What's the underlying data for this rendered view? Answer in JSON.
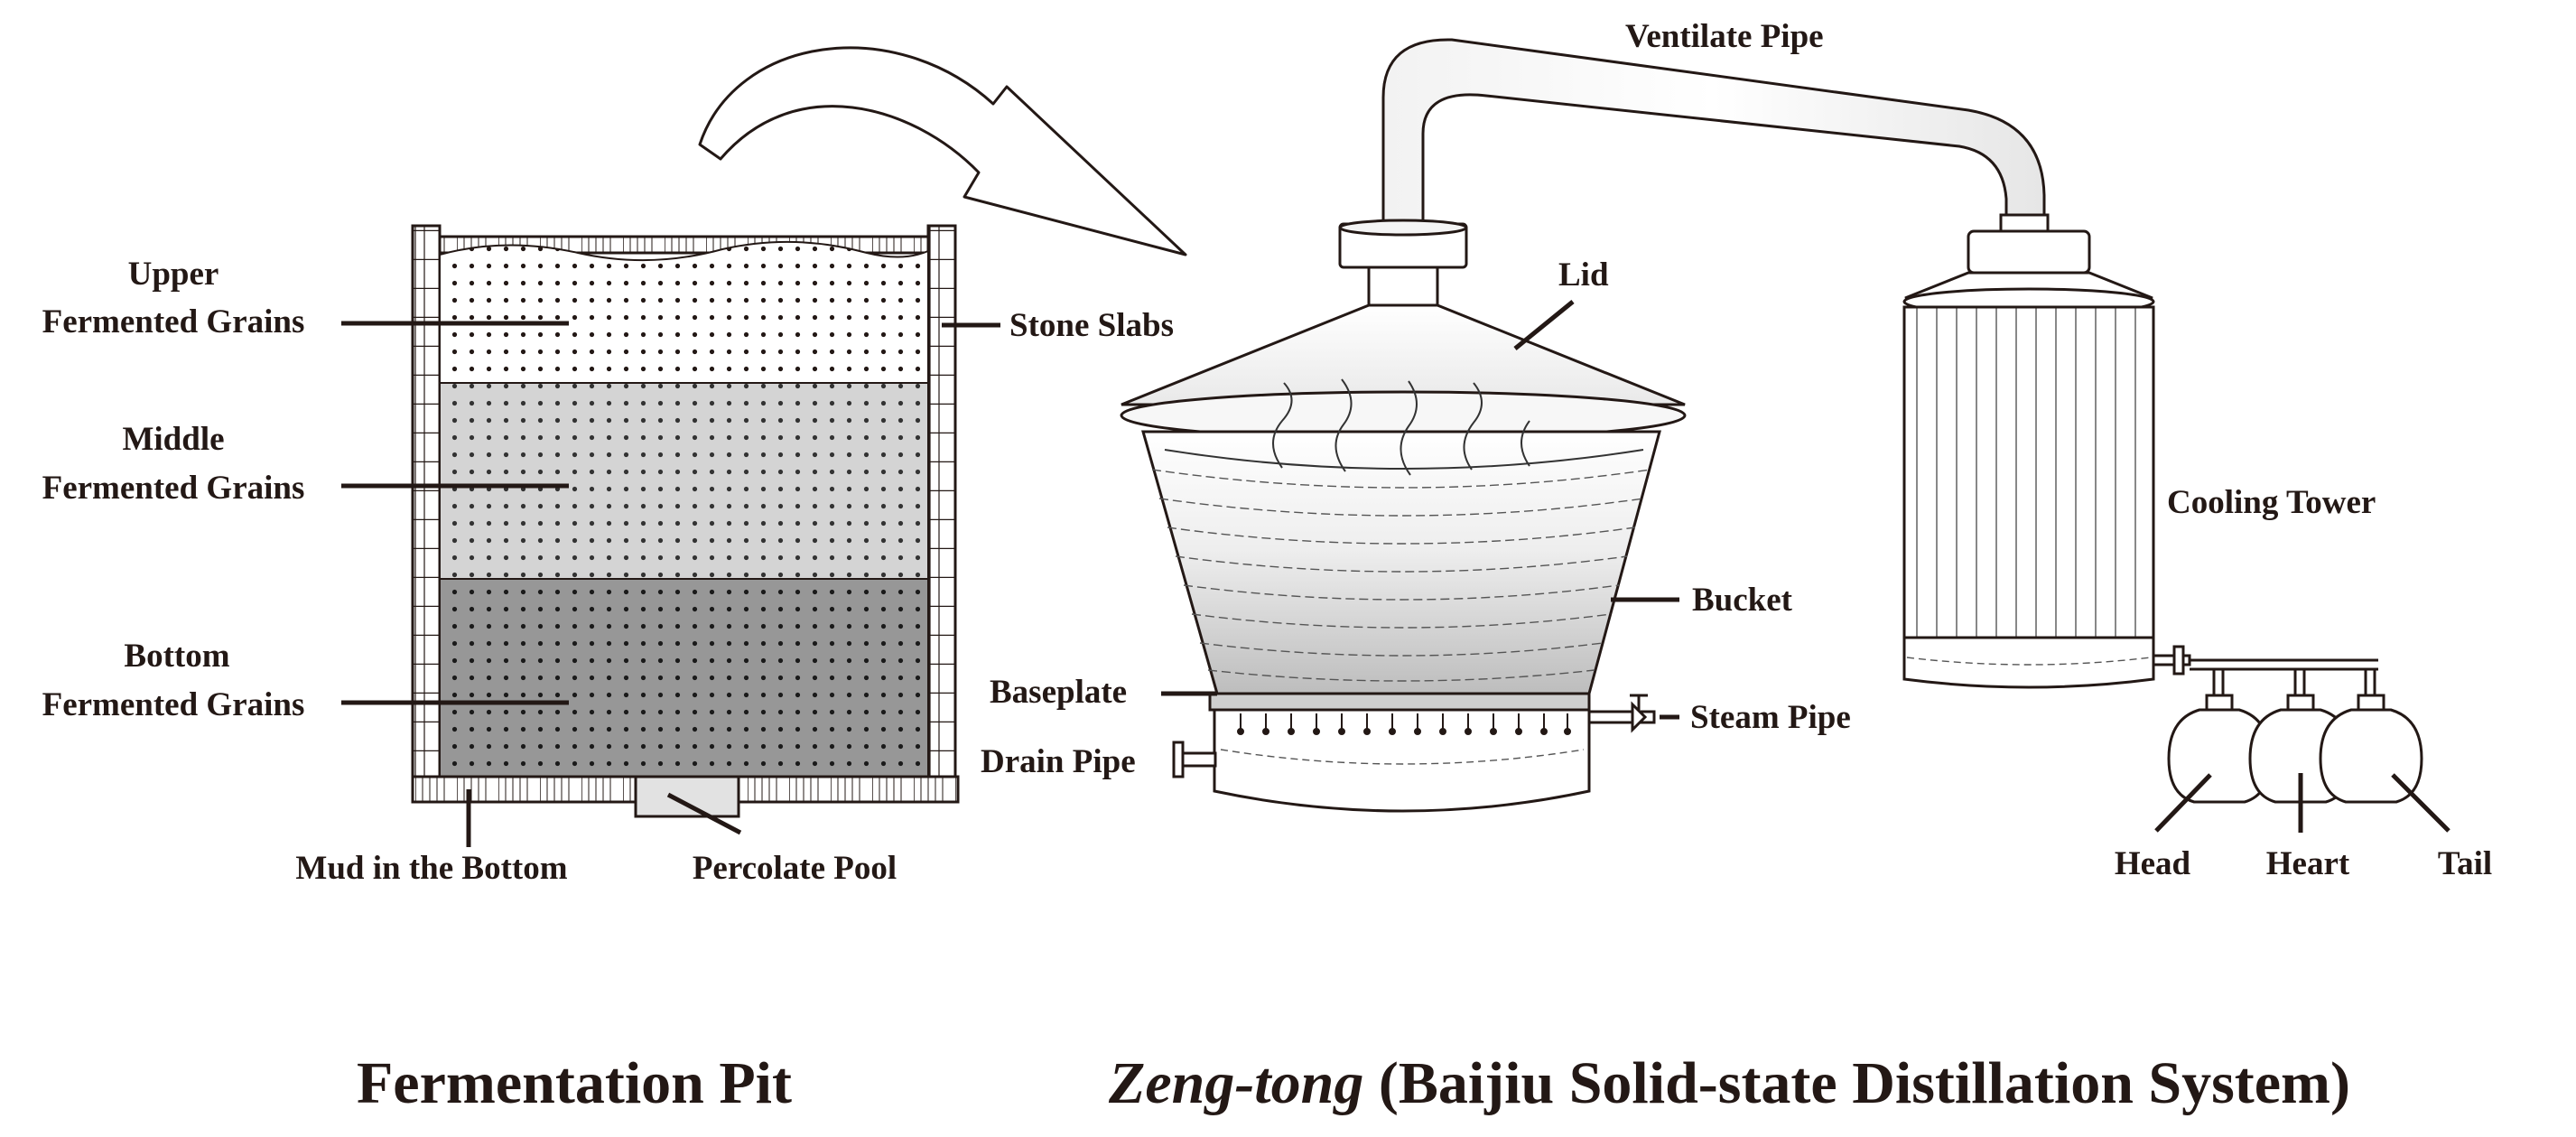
{
  "pit": {
    "upper_line1": "Upper",
    "upper_line2": "Fermented Grains",
    "middle_line1": "Middle",
    "middle_line2": "Fermented Grains",
    "bottom_line1": "Bottom",
    "bottom_line2": "Fermented Grains",
    "stone_slabs": "Stone Slabs",
    "mud": "Mud in the Bottom",
    "percolate": "Percolate Pool",
    "caption": "Fermentation Pit"
  },
  "still": {
    "ventilate_pipe": "Ventilate Pipe",
    "lid": "Lid",
    "bucket": "Bucket",
    "baseplate": "Baseplate",
    "drain_pipe": "Drain Pipe",
    "steam_pipe": "Steam Pipe",
    "cooling_tower": "Cooling Tower",
    "head": "Head",
    "heart": "Heart",
    "tail": "Tail",
    "caption_italic": "Zeng-tong",
    "caption_rest": " (Baijiu Solid-state Distillation System)"
  }
}
